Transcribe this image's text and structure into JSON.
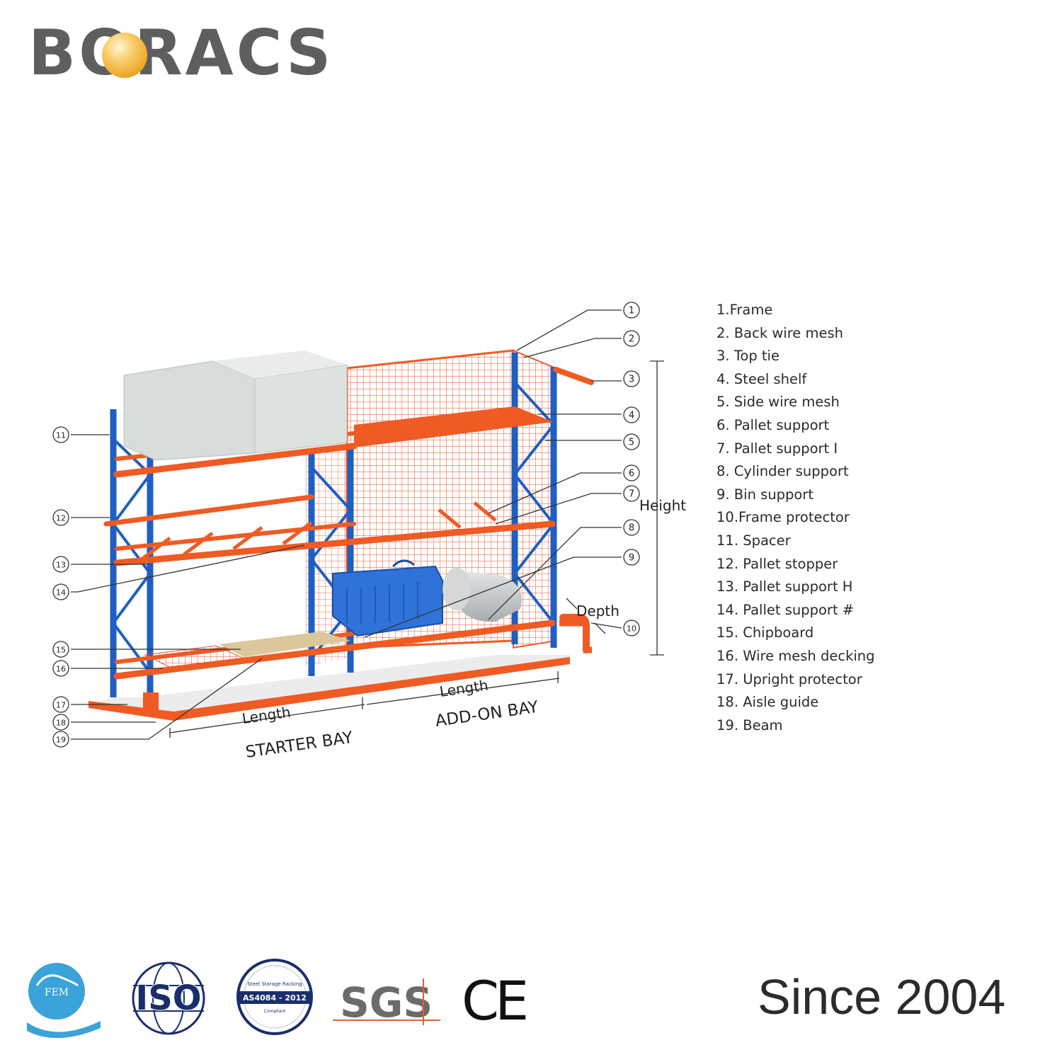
{
  "brand": {
    "name": "BORACS"
  },
  "diagram": {
    "callout_numbers": [
      "1",
      "2",
      "3",
      "4",
      "5",
      "6",
      "7",
      "8",
      "9",
      "10",
      "11",
      "12",
      "13",
      "14",
      "15",
      "16",
      "17",
      "18",
      "19"
    ],
    "dimension_labels": {
      "height": "Height",
      "depth": "Depth",
      "length_starter": "Length",
      "length_addon": "Length",
      "starter_bay": "STARTER BAY",
      "addon_bay": "ADD-ON BAY"
    },
    "colors": {
      "upright": "#1f5fc4",
      "beam": "#f05a23",
      "mesh": "#e8532a",
      "box": "#d7ddd8",
      "bin": "#2f73d9",
      "cylinder": "#c9cbcd",
      "chipboard": "#dcc79a"
    }
  },
  "legend": {
    "items": [
      "1.Frame",
      "2. Back wire mesh",
      "3. Top tie",
      "4. Steel shelf",
      "5. Side wire mesh",
      "6. Pallet support",
      "7. Pallet support I",
      "8. Cylinder support",
      "9. Bin support",
      "10.Frame protector",
      "11. Spacer",
      "12. Pallet stopper",
      "13. Pallet support H",
      "14. Pallet support #",
      "15. Chipboard",
      "16. Wire mesh decking",
      "17. Upright protector",
      "18. Aisle guide",
      "19. Beam"
    ]
  },
  "certifications": {
    "fem": "FEM",
    "iso": "ISO",
    "as4084_title": "Steel Storage Racking",
    "as4084_code": "AS4084 - 2012",
    "as4084_sub": "Compliant",
    "sgs": "SGS",
    "ce": "CE"
  },
  "tagline": "Since 2004"
}
